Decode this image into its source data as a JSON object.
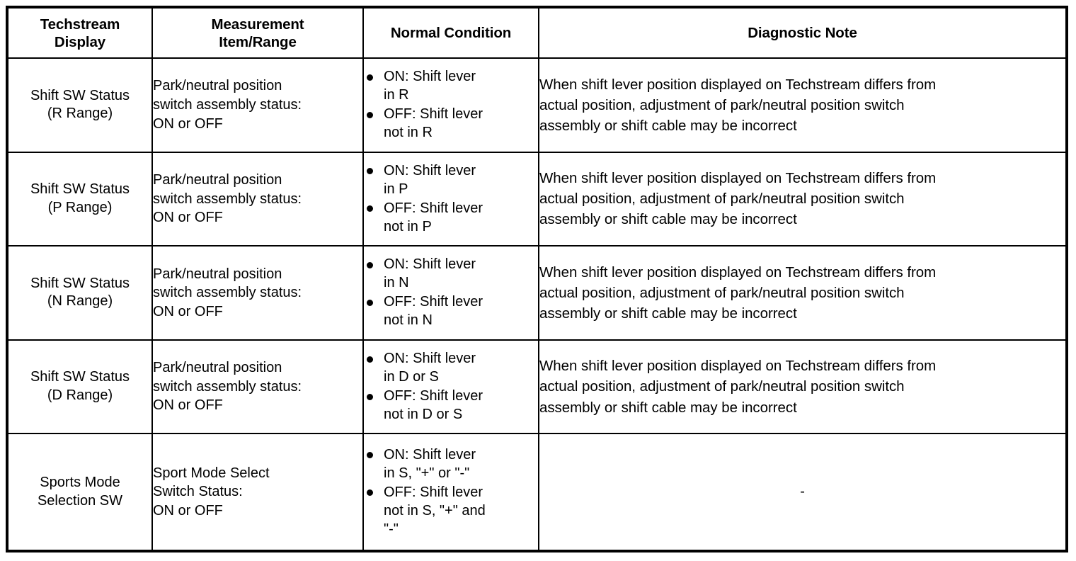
{
  "table": {
    "columns": [
      {
        "id": "techstream-display",
        "header_lines": [
          "Techstream",
          "Display"
        ]
      },
      {
        "id": "measurement-item-range",
        "header_lines": [
          "Measurement",
          "Item/Range"
        ]
      },
      {
        "id": "normal-condition",
        "header_lines": [
          "Normal Condition"
        ]
      },
      {
        "id": "diagnostic-note",
        "header_lines": [
          "Diagnostic Note"
        ]
      }
    ],
    "rows": [
      {
        "display_lines": [
          "Shift SW Status",
          "(R Range)"
        ],
        "item_lines": [
          "Park/neutral position",
          "switch assembly status:",
          "ON or OFF"
        ],
        "conditions": [
          "ON: Shift lever\nin R",
          "OFF: Shift lever\nnot in R"
        ],
        "note_lines": [
          "When shift lever position displayed on Techstream differs from",
          "actual position, adjustment of park/neutral position switch",
          "assembly or shift cable may be incorrect"
        ],
        "note_is_dash": false
      },
      {
        "display_lines": [
          "Shift SW Status",
          "(P Range)"
        ],
        "item_lines": [
          "Park/neutral position",
          "switch assembly status:",
          "ON or OFF"
        ],
        "conditions": [
          "ON: Shift lever\nin P",
          "OFF: Shift lever\nnot in P"
        ],
        "note_lines": [
          "When shift lever position displayed on Techstream differs from",
          "actual position, adjustment of park/neutral position switch",
          "assembly or shift cable may be incorrect"
        ],
        "note_is_dash": false
      },
      {
        "display_lines": [
          "Shift SW Status",
          "(N Range)"
        ],
        "item_lines": [
          "Park/neutral position",
          "switch assembly status:",
          "ON or OFF"
        ],
        "conditions": [
          "ON: Shift lever\nin N",
          "OFF: Shift lever\nnot in N"
        ],
        "note_lines": [
          "When shift lever position displayed on Techstream differs from",
          "actual position, adjustment of park/neutral position switch",
          "assembly or shift cable may be incorrect"
        ],
        "note_is_dash": false
      },
      {
        "display_lines": [
          "Shift SW Status",
          "(D Range)"
        ],
        "item_lines": [
          "Park/neutral position",
          "switch assembly status:",
          "ON or OFF"
        ],
        "conditions": [
          "ON: Shift lever\nin D or S",
          "OFF: Shift lever\nnot in D or S"
        ],
        "note_lines": [
          "When shift lever position displayed on Techstream differs from",
          "actual position, adjustment of park/neutral position switch",
          "assembly or shift cable may be incorrect"
        ],
        "note_is_dash": false
      },
      {
        "display_lines": [
          "Sports Mode",
          "Selection SW"
        ],
        "item_lines": [
          "Sport Mode Select",
          "Switch Status:",
          "ON or OFF"
        ],
        "conditions": [
          "ON: Shift lever\nin S, \"+\" or \"-\"",
          "OFF: Shift lever\nnot in S, \"+\" and\n\"-\""
        ],
        "note_lines": [
          "-"
        ],
        "note_is_dash": true
      }
    ]
  }
}
